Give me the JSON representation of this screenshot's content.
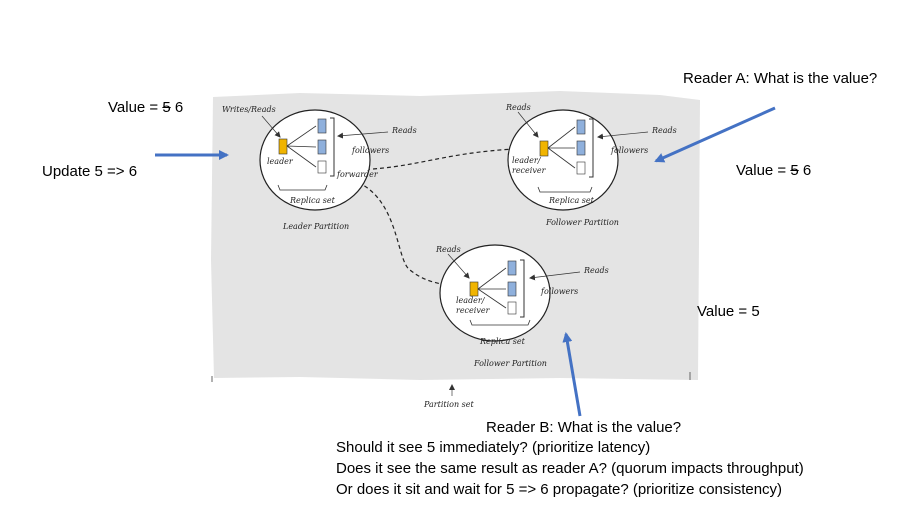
{
  "slide": {
    "reader_a_question": "Reader A: What is the value?",
    "value_leader": {
      "label": "Value = ",
      "old": "5",
      "new": " 6"
    },
    "value_follower_a": {
      "label": "Value = ",
      "old": "5",
      "new": " 6"
    },
    "value_follower_b": "Value = 5",
    "update_label": "Update 5 => 6",
    "reader_b_lines": [
      "Reader B: What is the value?",
      "Should it see 5 immediately? (prioritize latency)",
      "Does it see the same result as reader A? (quorum impacts throughput)",
      "Or does it sit and wait for 5 => 6 propagate? (prioritize consistency)"
    ]
  },
  "sketch": {
    "writes_reads": "Writes/Reads",
    "leader": "leader",
    "followers": "followers",
    "forwarder": "forwarder",
    "reads": "Reads",
    "replica_set": "Replica set",
    "leader_partition": "Leader Partition",
    "follower_partition": "Follower Partition",
    "leader_receiver": [
      "leader/",
      "receiver"
    ],
    "partition_set": "Partition set"
  },
  "colors": {
    "arrow": "#4472c4",
    "gray_region": "#e4e4e4",
    "leader_box": "#f0b400",
    "follower_box": "#8fb0dc"
  }
}
